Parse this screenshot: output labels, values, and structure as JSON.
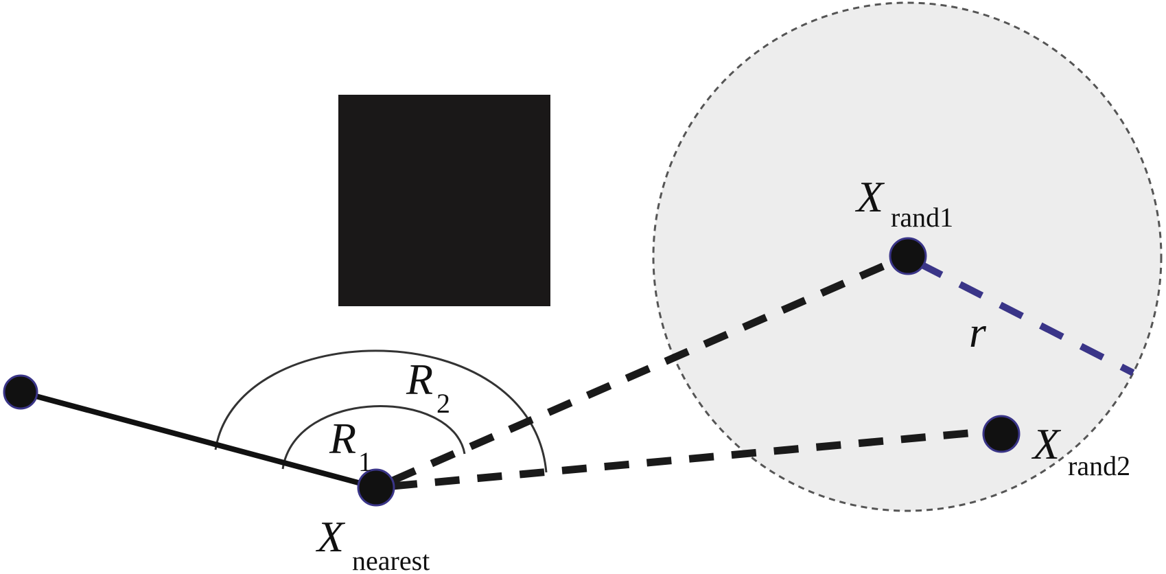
{
  "labels": {
    "r1": {
      "main": "R",
      "sub": "1"
    },
    "r2": {
      "main": "R",
      "sub": "2"
    },
    "x_nearest": {
      "main": "X",
      "sub": "nearest"
    },
    "x_rand1": {
      "main": "X",
      "sub": "rand1"
    },
    "x_rand2": {
      "main": "X",
      "sub": "rand2"
    },
    "radius": "r"
  },
  "colors": {
    "node_fill": "#111111",
    "node_outline": "#3a3588",
    "radius_line": "#3a3588",
    "sample_region": "#ededed",
    "obstacle": "#1a1818"
  }
}
